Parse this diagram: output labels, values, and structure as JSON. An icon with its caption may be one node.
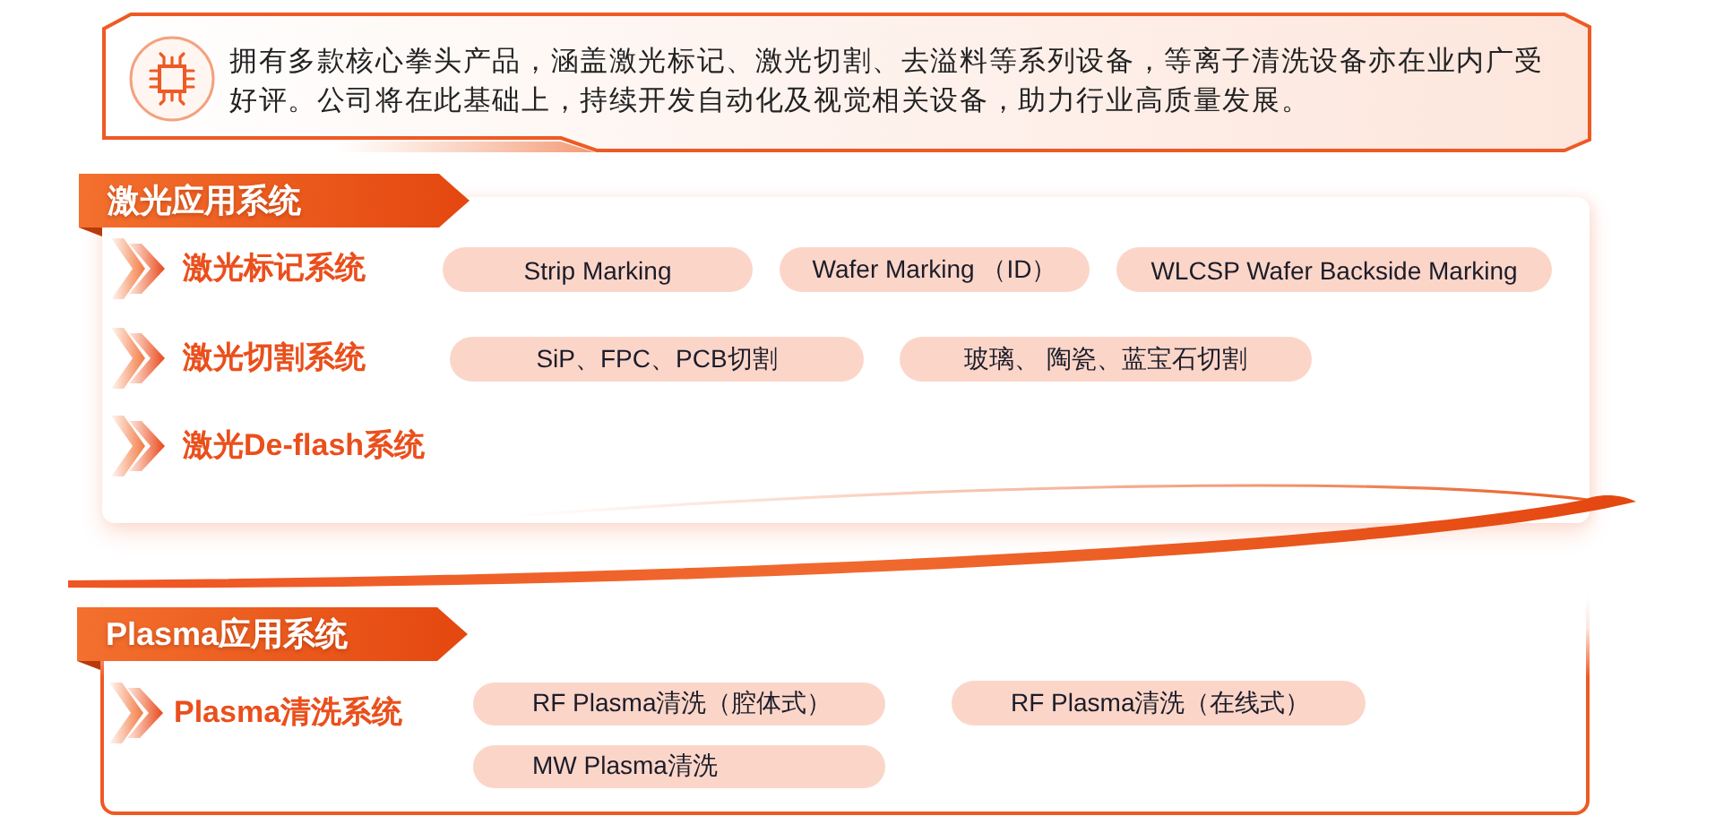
{
  "diagram": {
    "nodes": [
      {
        "text": [
          "拥有多款核心拳头产品，涵盖激光标记、激光切割、去溢料等系列设备，等离子清洗设备亦在业内广受好评。公司将在此基础上，持续开发自动化及视觉相关设备，助力行业高质量发展。"
        ]
      },
      {
        "text": [
          "激光应用系统"
        ]
      },
      {
        "text": [
          "Strip Marking"
        ],
        "in": 1
      },
      {
        "text": [
          "Wafer Marking （ID）"
        ],
        "in": 1
      },
      {
        "text": [
          "WLCSP Wafer Backside Marking"
        ],
        "in": 1
      },
      {
        "text": [
          "SiP、FPC、PCB切割"
        ],
        "in": 1
      },
      {
        "text": [
          "玻璃、 陶瓷、蓝宝石切割"
        ],
        "in": 1
      },
      {
        "text": [
          "Plasma应用系统"
        ]
      },
      {
        "text": [
          "RF Plasma清洗（腔体式）"
        ],
        "in": 7
      },
      {
        "text": [
          "RF Plasma清洗（在线式）"
        ],
        "in": 7
      },
      {
        "text": [
          "MW Plasma清洗"
        ],
        "in": 7
      }
    ],
    "labels": [
      "激光标记系统",
      "激光切割系统",
      "激光De-flash系统",
      "Plasma清洗系统"
    ]
  }
}
